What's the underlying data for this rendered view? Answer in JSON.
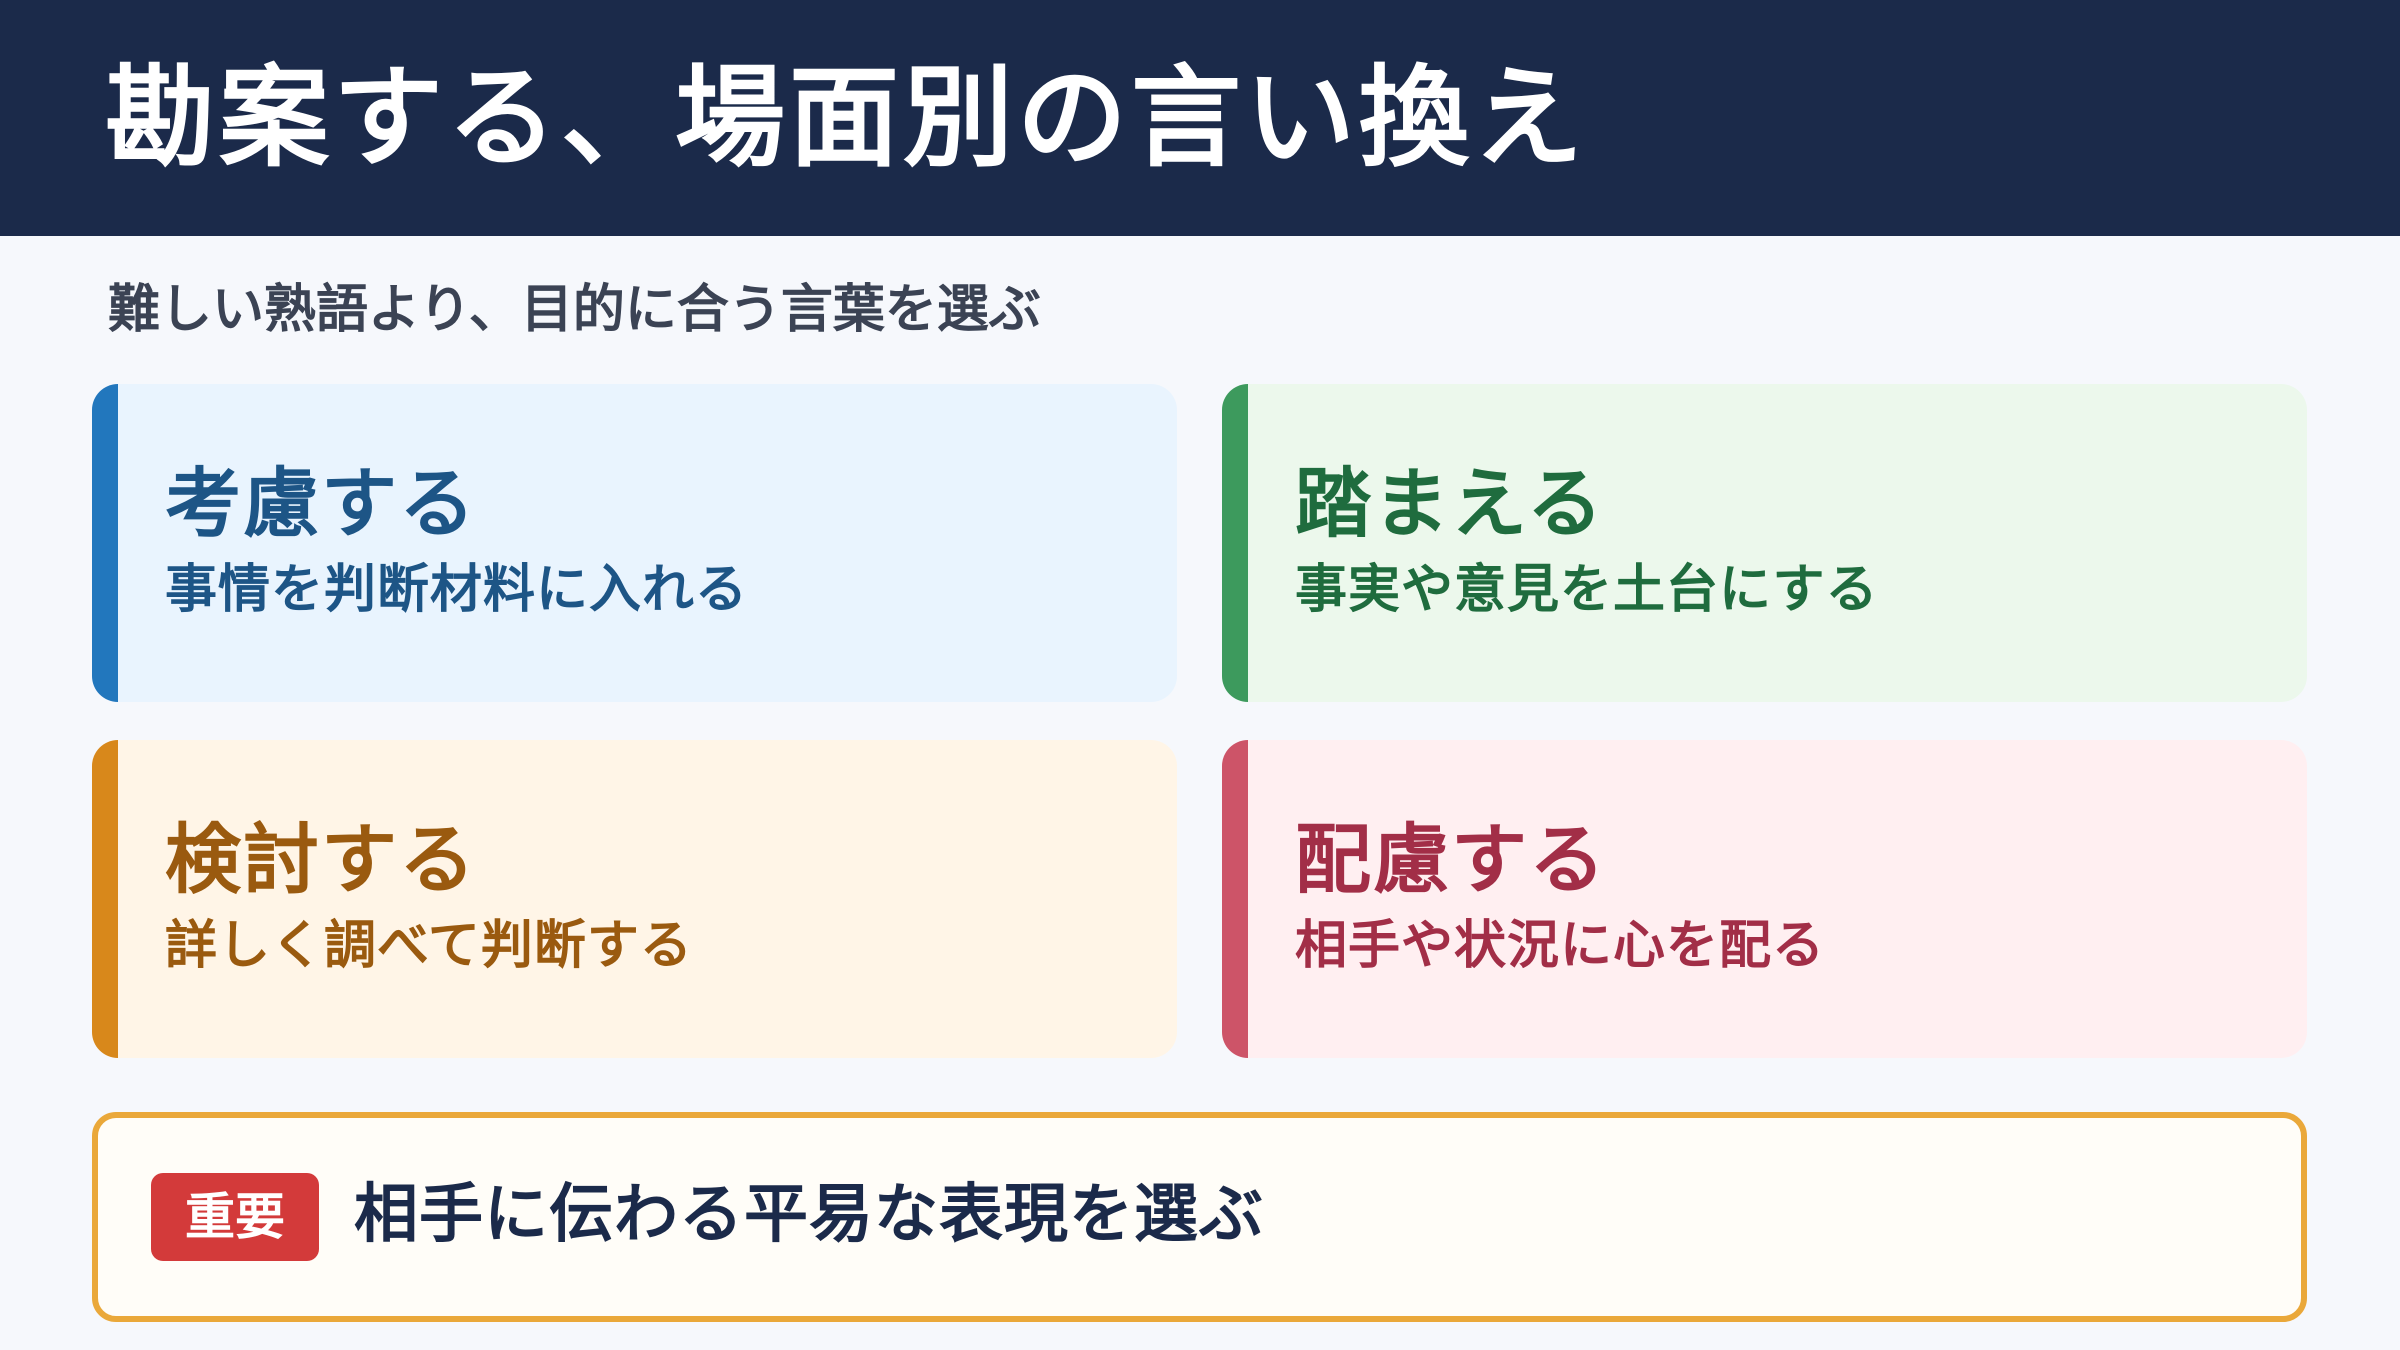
{
  "header": {
    "title": "勘案する、場面別の言い換え"
  },
  "subtitle": "難しい熟語より、目的に合う言葉を選ぶ",
  "cards": [
    {
      "term": "考慮する",
      "description": "事情を判断材料に入れる",
      "accent": "#2277bd",
      "background": "#e9f4fe",
      "text_color": "#1d5586"
    },
    {
      "term": "踏まえる",
      "description": "事実や意見を土台にする",
      "accent": "#3d9a5d",
      "background": "#ecf8ec",
      "text_color": "#1f6c3e"
    },
    {
      "term": "検討する",
      "description": "詳しく調べて判断する",
      "accent": "#d8881b",
      "background": "#fff5e7",
      "text_color": "#9a5a0f"
    },
    {
      "term": "配慮する",
      "description": "相手や状況に心を配る",
      "accent": "#cd5468",
      "background": "#ffeff1",
      "text_color": "#a22e47"
    }
  ],
  "note": {
    "badge": "重要",
    "text": "相手に伝わる平易な表現を選ぶ",
    "border_color": "#eaa83a",
    "badge_color": "#d33a3a"
  },
  "colors": {
    "header_bg": "#1b2a4a",
    "page_bg": "#f6f8fc"
  }
}
